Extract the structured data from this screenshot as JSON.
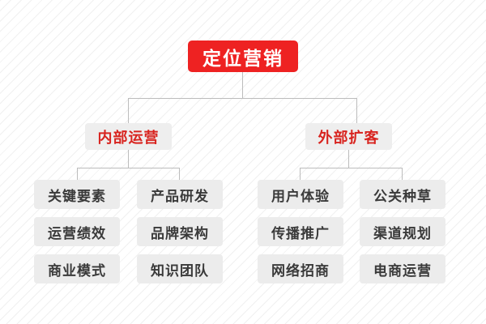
{
  "diagram": {
    "type": "organization-tree",
    "colors": {
      "root_background": "#ee2222",
      "root_text": "#ffffff",
      "branch_background": "#eeeeee",
      "branch_text": "#d8241f",
      "leaf_background": "#ececec",
      "leaf_text": "#3a3a3a",
      "connector": "#bcbcbc",
      "page_background": "#fdfdfd"
    },
    "root": {
      "label": "定位营销"
    },
    "branches": [
      {
        "label": "内部运营",
        "columns": [
          {
            "items": [
              "关键要素",
              "运营绩效",
              "商业模式"
            ]
          },
          {
            "items": [
              "产品研发",
              "品牌架构",
              "知识团队"
            ]
          }
        ]
      },
      {
        "label": "外部扩客",
        "columns": [
          {
            "items": [
              "用户体验",
              "传播推广",
              "网络招商"
            ]
          },
          {
            "items": [
              "公关种草",
              "渠道规划",
              "电商运营"
            ]
          }
        ]
      }
    ]
  }
}
